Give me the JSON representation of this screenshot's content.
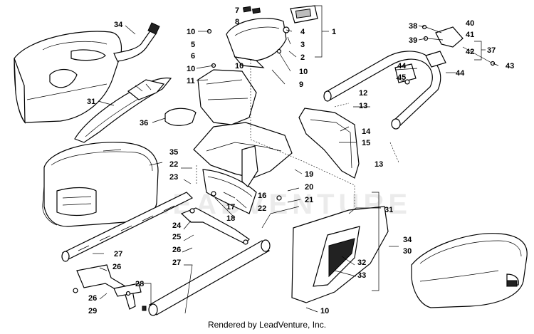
{
  "watermark": "LEADVENTURE",
  "footer": "Rendered by LeadVenture, Inc.",
  "callouts": [
    {
      "id": "c1",
      "text": "1"
    },
    {
      "id": "c2",
      "text": "2"
    },
    {
      "id": "c3",
      "text": "3"
    },
    {
      "id": "c4",
      "text": "4"
    },
    {
      "id": "c5",
      "text": "5"
    },
    {
      "id": "c6",
      "text": "6"
    },
    {
      "id": "c7",
      "text": "7"
    },
    {
      "id": "c8",
      "text": "8"
    },
    {
      "id": "c9",
      "text": "9"
    },
    {
      "id": "c10a",
      "text": "10"
    },
    {
      "id": "c10b",
      "text": "10"
    },
    {
      "id": "c10c",
      "text": "10"
    },
    {
      "id": "c10d",
      "text": "10"
    },
    {
      "id": "c10e",
      "text": "10"
    },
    {
      "id": "c11",
      "text": "11"
    },
    {
      "id": "c12",
      "text": "12"
    },
    {
      "id": "c13a",
      "text": "13"
    },
    {
      "id": "c13b",
      "text": "13"
    },
    {
      "id": "c14",
      "text": "14"
    },
    {
      "id": "c15",
      "text": "15"
    },
    {
      "id": "c16",
      "text": "16"
    },
    {
      "id": "c17",
      "text": "17"
    },
    {
      "id": "c18",
      "text": "18"
    },
    {
      "id": "c19",
      "text": "19"
    },
    {
      "id": "c20",
      "text": "20"
    },
    {
      "id": "c21",
      "text": "21"
    },
    {
      "id": "c22a",
      "text": "22"
    },
    {
      "id": "c22b",
      "text": "22"
    },
    {
      "id": "c23",
      "text": "23"
    },
    {
      "id": "c24",
      "text": "24"
    },
    {
      "id": "c25",
      "text": "25"
    },
    {
      "id": "c26a",
      "text": "26"
    },
    {
      "id": "c26b",
      "text": "26"
    },
    {
      "id": "c26c",
      "text": "26"
    },
    {
      "id": "c27a",
      "text": "27"
    },
    {
      "id": "c27b",
      "text": "27"
    },
    {
      "id": "c28",
      "text": "28"
    },
    {
      "id": "c29",
      "text": "29"
    },
    {
      "id": "c30",
      "text": "30"
    },
    {
      "id": "c31a",
      "text": "31"
    },
    {
      "id": "c31b",
      "text": "31"
    },
    {
      "id": "c32",
      "text": "32"
    },
    {
      "id": "c33",
      "text": "33"
    },
    {
      "id": "c34a",
      "text": "34"
    },
    {
      "id": "c34b",
      "text": "34"
    },
    {
      "id": "c35",
      "text": "35"
    },
    {
      "id": "c36",
      "text": "36"
    },
    {
      "id": "c37",
      "text": "37"
    },
    {
      "id": "c38",
      "text": "38"
    },
    {
      "id": "c39",
      "text": "39"
    },
    {
      "id": "c40",
      "text": "40"
    },
    {
      "id": "c41",
      "text": "41"
    },
    {
      "id": "c42",
      "text": "42"
    },
    {
      "id": "c43",
      "text": "43"
    },
    {
      "id": "c44a",
      "text": "44"
    },
    {
      "id": "c44b",
      "text": "44"
    },
    {
      "id": "c45",
      "text": "45"
    }
  ]
}
